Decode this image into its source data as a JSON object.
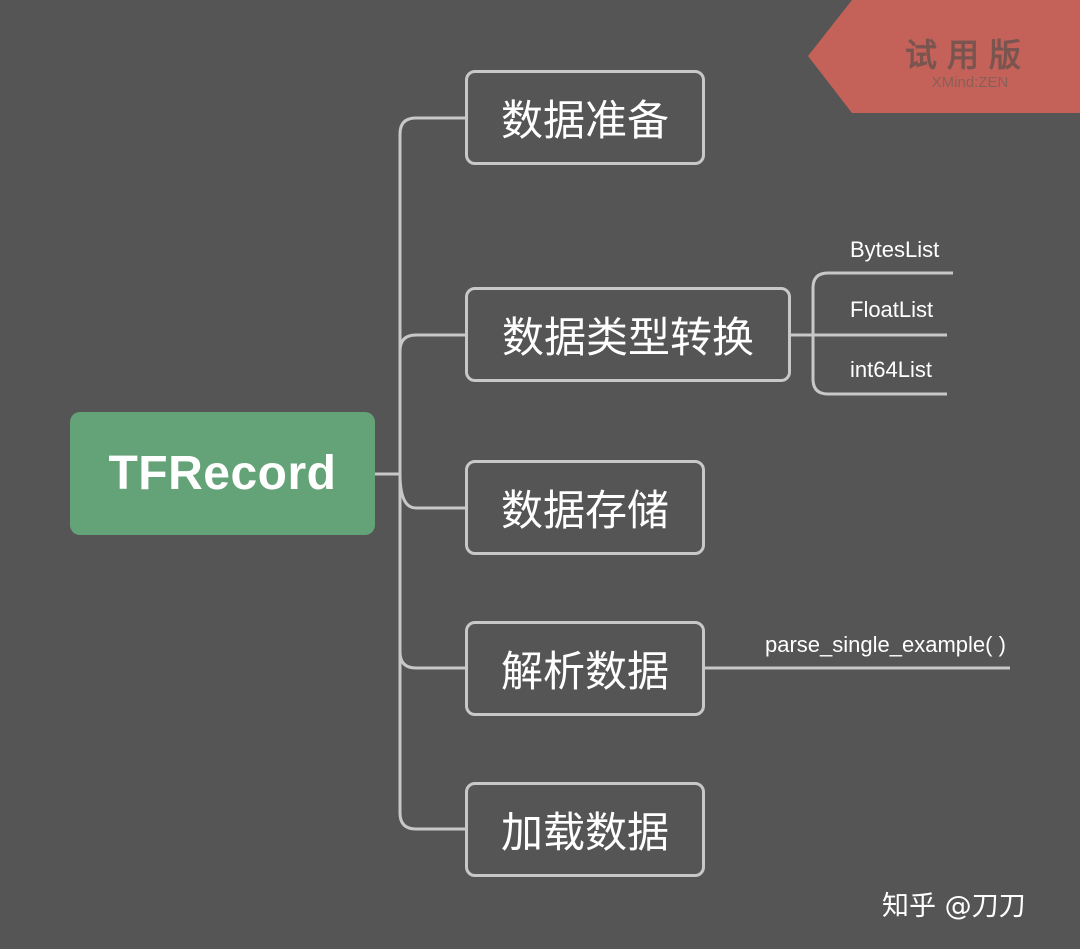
{
  "root": {
    "label": "TFRecord"
  },
  "branches": [
    {
      "label": "数据准备"
    },
    {
      "label": "数据类型转换",
      "children": [
        "BytesList",
        "FloatList",
        "int64List"
      ]
    },
    {
      "label": "数据存储"
    },
    {
      "label": "解析数据",
      "children": [
        "parse_single_example( )"
      ]
    },
    {
      "label": "加载数据"
    }
  ],
  "badge": {
    "title": "试用版",
    "subtitle": "XMind:ZEN"
  },
  "watermark": "知乎 @刀刀",
  "colors": {
    "background": "#555555",
    "root_fill": "#64a277",
    "connector": "#c8c8c8",
    "badge_fill": "#c4625a"
  }
}
